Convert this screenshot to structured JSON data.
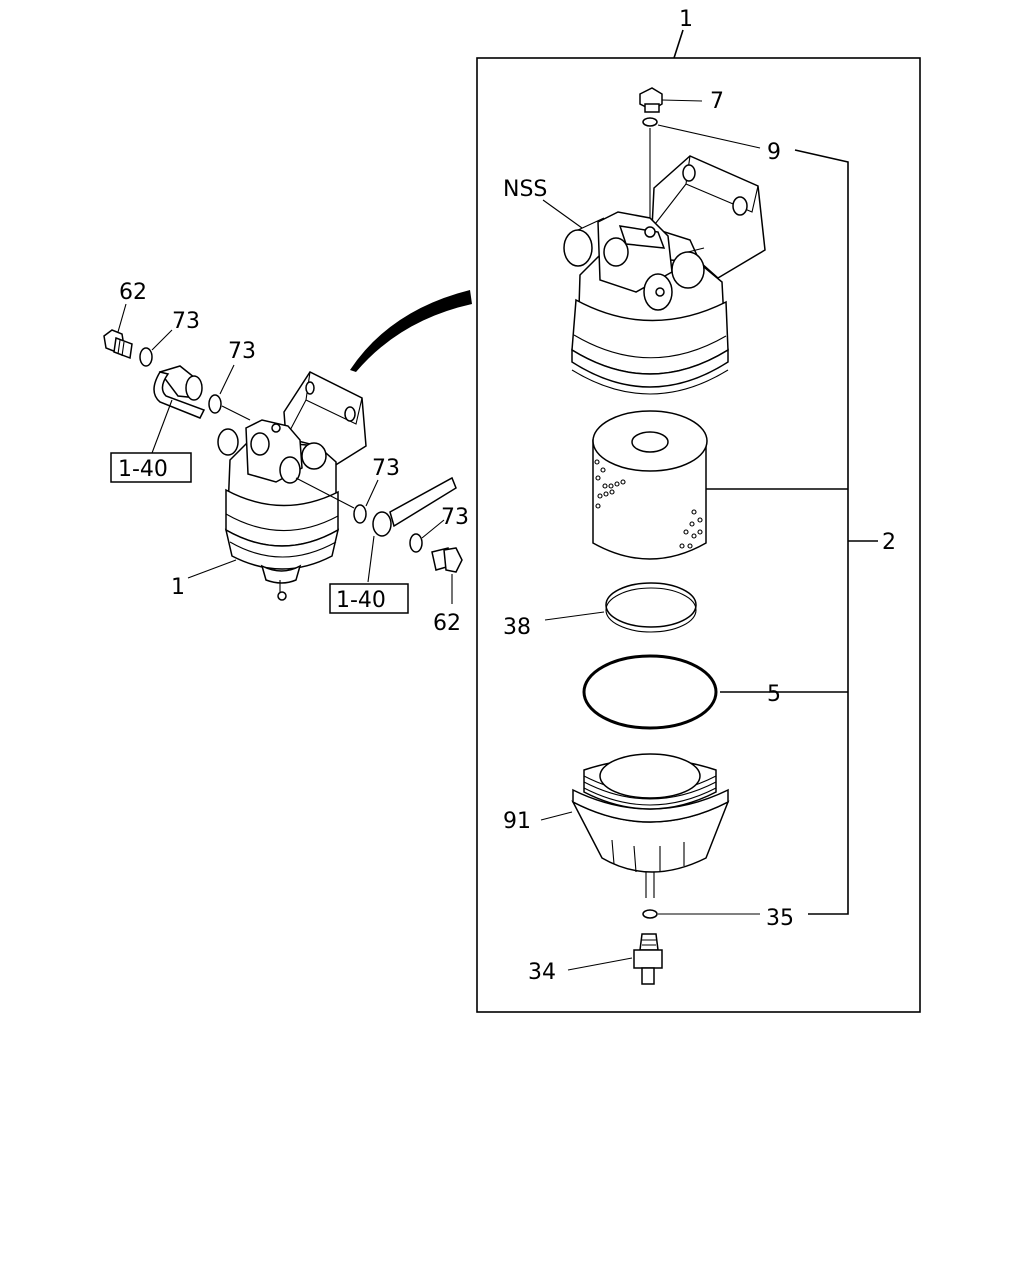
{
  "callouts": {
    "assembly_top": "1",
    "plug_top": "7",
    "oring_top": "9",
    "nss": "NSS",
    "kit": "2",
    "ring_38": "38",
    "oring_5": "5",
    "bowl_91": "91",
    "oring_35": "35",
    "drain_34": "34",
    "bolt_left": "62",
    "washer_left_a": "73",
    "washer_left_b": "73",
    "washer_right_a": "73",
    "washer_right_b": "73",
    "bolt_right": "62",
    "assembly_left": "1"
  },
  "references": {
    "ref_left": "1-40",
    "ref_right": "1-40"
  }
}
